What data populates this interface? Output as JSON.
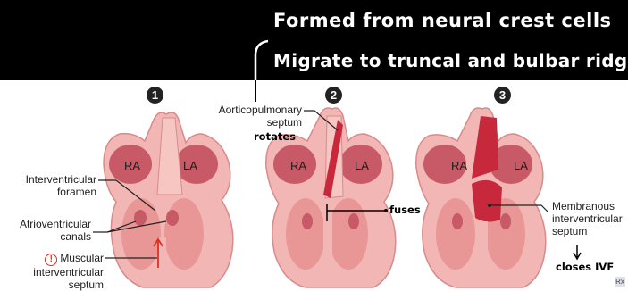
{
  "banner": {
    "line1": "Formed from neural crest cells",
    "line2": "Migrate to truncal and bulbar ridges"
  },
  "panels": [
    {
      "number": "1",
      "ra": "RA",
      "la": "LA"
    },
    {
      "number": "2",
      "ra": "RA",
      "la": "LA"
    },
    {
      "number": "3",
      "ra": "RA",
      "la": "LA"
    }
  ],
  "labels": {
    "interventricular_foramen_line1": "Interventricular",
    "interventricular_foramen_line2": "foramen",
    "av_canals_line1": "Atrioventricular",
    "av_canals_line2": "canals",
    "muscular_septum_line1": "Muscular",
    "muscular_septum_line2": "interventricular",
    "muscular_septum_line3": "septum",
    "warning_glyph": "!",
    "aorticopulmonary_line1": "Aorticopulmonary",
    "aorticopulmonary_line2": "septum",
    "membranous_line1": "Membranous",
    "membranous_line2": "interventricular",
    "membranous_line3": "septum"
  },
  "annotations": {
    "rotates": "rotates",
    "fuses": "fuses",
    "closes_ivf": "closes IVF"
  },
  "badge": "Rx",
  "colors": {
    "wall": "#f2b7b5",
    "wall_stroke": "#d98a8a",
    "atrium": "#c85a68",
    "cavity": "#e99696",
    "septum": "#c8283c",
    "septum_light": "#f5c9c0",
    "arrow_red": "#e0301e"
  }
}
